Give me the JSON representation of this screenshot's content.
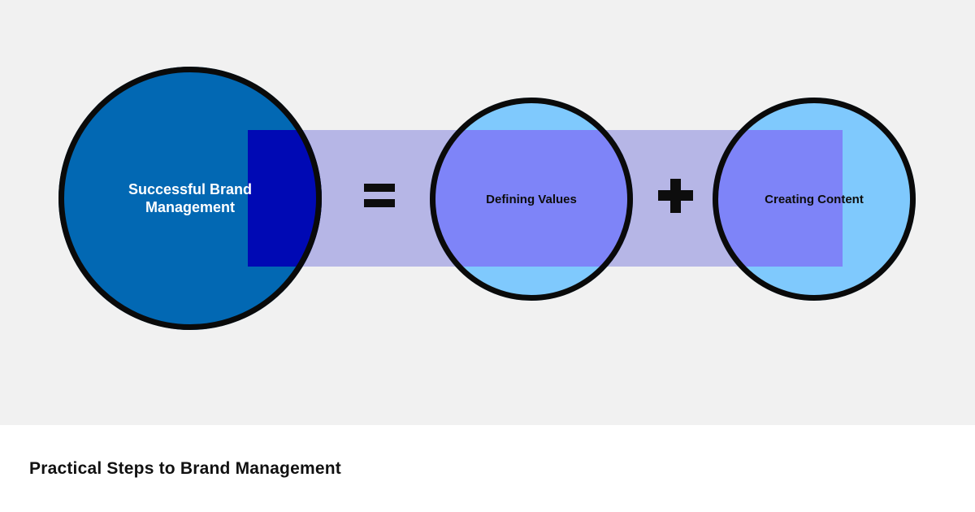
{
  "page": {
    "background_color": "#f1f1f1",
    "panel_background_color": "#ffffff"
  },
  "diagram": {
    "band_color": "#b6b6e6",
    "outline_color": "#0a0a0a",
    "operator_color": "#0d0d0d",
    "result": {
      "label": "Successful Brand Management",
      "fill": "#0268b3",
      "band_overlap_fill": "#0009b4",
      "text_color": "#ffffff"
    },
    "operators": {
      "equals": "=",
      "plus": "+"
    },
    "term1": {
      "label": "Defining Values",
      "fill": "#7fc9fd",
      "band_overlap_fill": "#7e84f8",
      "text_color": "#0d0d0d"
    },
    "term2": {
      "label": "Creating Content",
      "fill": "#7fc9fd",
      "band_overlap_fill": "#7e84f8",
      "text_color": "#0d0d0d"
    }
  },
  "caption": {
    "title": "Practical Steps to Brand Management"
  }
}
